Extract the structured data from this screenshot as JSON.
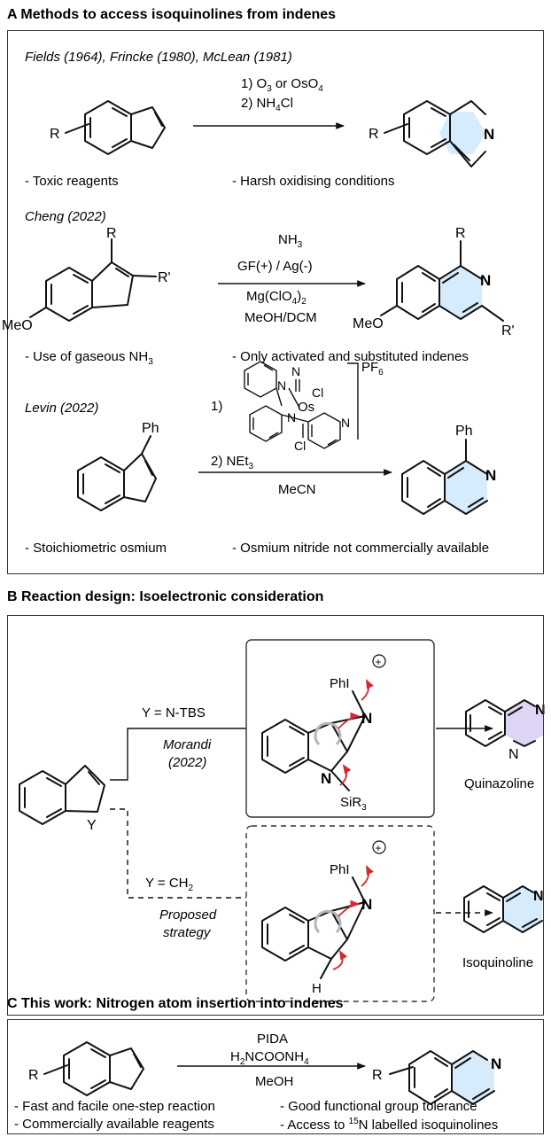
{
  "sectionA": {
    "title": "A  Methods to access isoquinolines from indenes",
    "r1": {
      "label": "Fields (1964), Frincke (1980), McLean (1981)",
      "cond1_pre": "1) O",
      "cond1_sub1": "3",
      "cond1_mid": " or OsO",
      "cond1_sub2": "4",
      "cond2_pre": "2) NH",
      "cond2_sub": "4",
      "cond2_post": "Cl",
      "note1": "- Toxic reagents",
      "note2": "- Harsh oxidising conditions"
    },
    "r2": {
      "label": "Cheng (2022)",
      "nh3_pre": "NH",
      "nh3_sub": "3",
      "electrodes": "GF(+) / Ag(-)",
      "mg_pre": "Mg(ClO",
      "mg_sub1": "4",
      "mg_mid": ")",
      "mg_sub2": "2",
      "solvent": "MeOH/DCM",
      "note1_pre": "- Use of gaseous NH",
      "note1_sub": "3",
      "note2": "- Only activated and substituted indenes"
    },
    "r3": {
      "label": "Levin (2022)",
      "step1": "1)",
      "pf6": "PF",
      "pf6_sub": "6",
      "step2_pre": "2) NEt",
      "step2_sub": "3",
      "solvent": "MeCN",
      "note1": "- Stoichiometric osmium",
      "note2": "- Osmium nitride not commercially available"
    }
  },
  "sectionB": {
    "title": "B  Reaction design: Isoelectronic consideration",
    "upper_condition": "Y = N-TBS",
    "upper_ref_line1": "Morandi",
    "upper_ref_line2": "(2022)",
    "upper_product": "Quinazoline",
    "lower_condition_pre": "Y = CH",
    "lower_condition_sub": "2",
    "lower_ref_line1": "Proposed",
    "lower_ref_line2": "strategy",
    "lower_product": "Isoquinoline"
  },
  "sectionC": {
    "title": "C  This work: Nitrogen atom insertion into indenes",
    "reagent1": "PIDA",
    "reagent2_pre": "H",
    "reagent2_sub": "2",
    "reagent2_post": "NCOONH",
    "reagent2_sub2": "4",
    "solvent": "MeOH",
    "bullet1": "- Fast and facile one-step reaction",
    "bullet2": "- Good functional group tolerance",
    "bullet3": "- Commercially available reagents",
    "bullet4_pre": "- Access to ",
    "bullet4_sup": "15",
    "bullet4_post": "N labelled isoquinolines"
  },
  "atoms": {
    "R": "R",
    "R_prime": "R'",
    "N": "N",
    "MeO": "MeO",
    "Ph": "Ph",
    "Y": "Y",
    "Os": "Os",
    "Cl": "Cl",
    "PhI": "PhI",
    "plus": "+",
    "H": "H",
    "SiR3_pre": "SiR",
    "SiR3_sub": "3"
  }
}
